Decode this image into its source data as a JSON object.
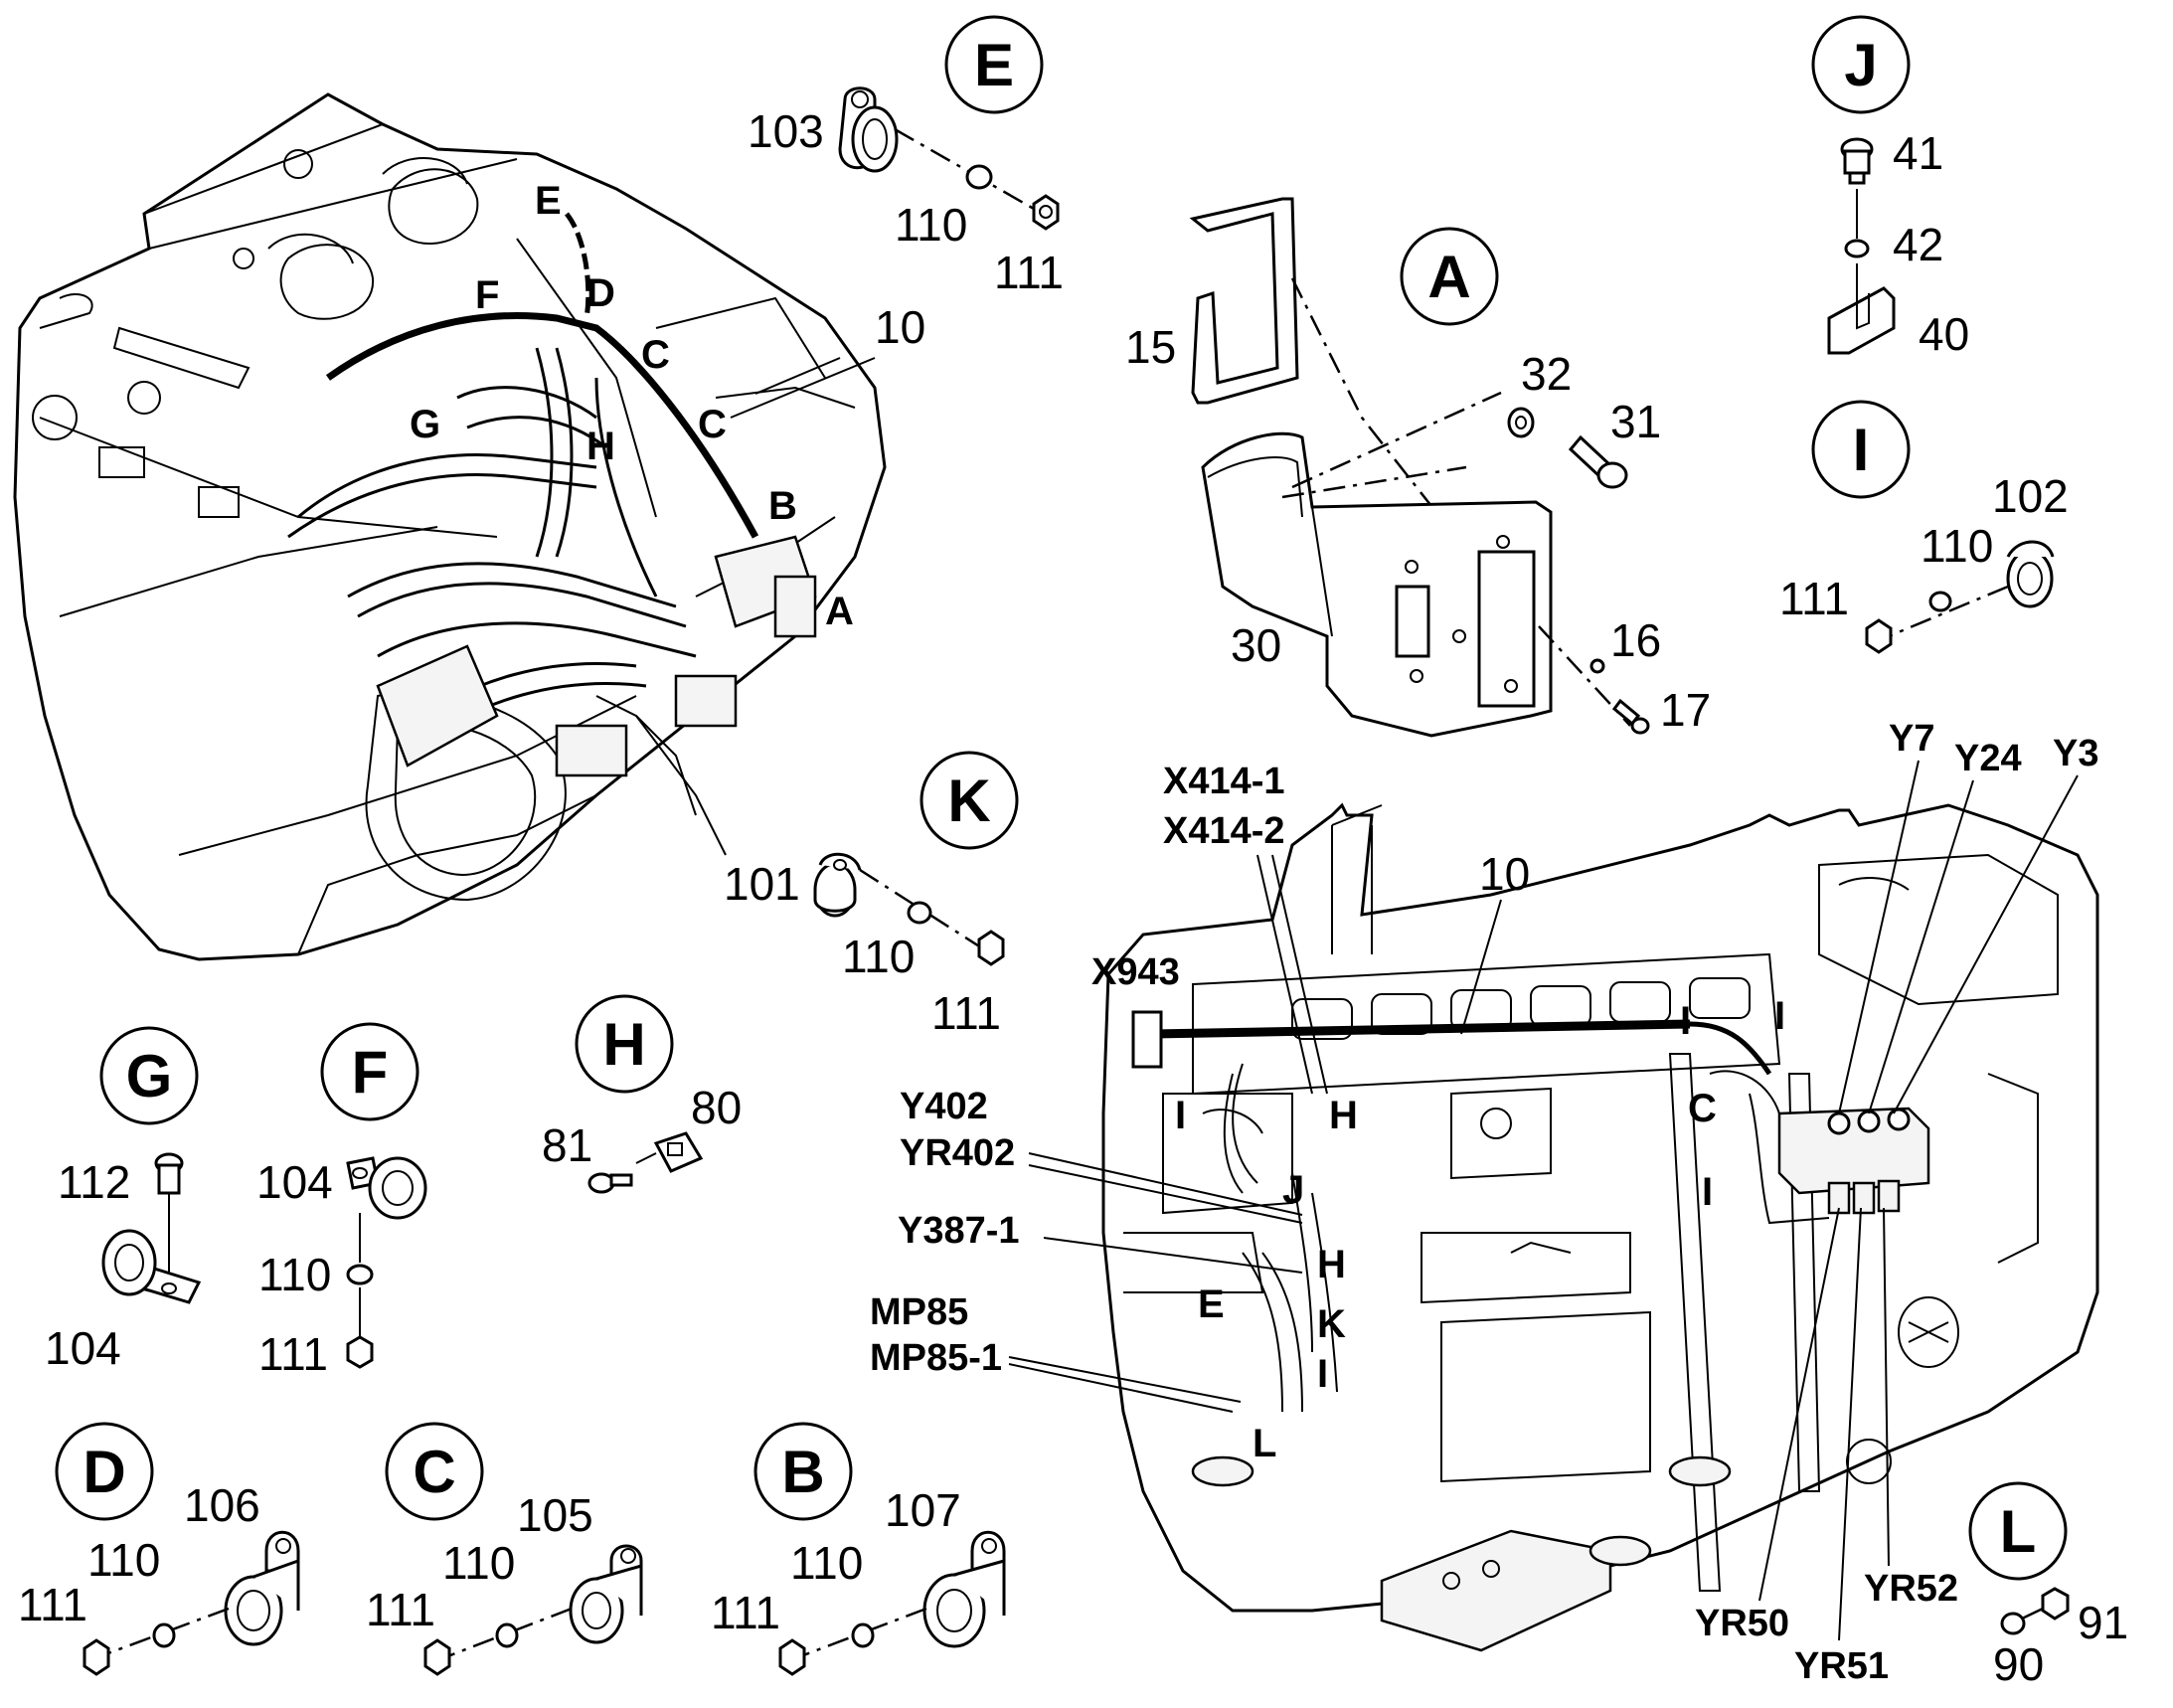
{
  "detail_views": [
    {
      "letter": "E",
      "parts": [
        "103",
        "110",
        "111"
      ]
    },
    {
      "letter": "J",
      "parts": [
        "41",
        "42",
        "40"
      ]
    },
    {
      "letter": "A",
      "parts": [
        "15",
        "32",
        "31",
        "30",
        "16",
        "17"
      ]
    },
    {
      "letter": "I",
      "parts": [
        "102",
        "110",
        "111"
      ]
    },
    {
      "letter": "K",
      "parts": [
        "101",
        "110",
        "111"
      ]
    },
    {
      "letter": "H",
      "parts": [
        "81",
        "80"
      ]
    },
    {
      "letter": "G",
      "parts": [
        "112",
        "104"
      ]
    },
    {
      "letter": "F",
      "parts": [
        "104",
        "110",
        "111"
      ]
    },
    {
      "letter": "D",
      "parts": [
        "106",
        "110",
        "111"
      ]
    },
    {
      "letter": "C",
      "parts": [
        "105",
        "110",
        "111"
      ]
    },
    {
      "letter": "B",
      "parts": [
        "107",
        "110",
        "111"
      ]
    },
    {
      "letter": "L",
      "parts": [
        "91",
        "90"
      ]
    }
  ],
  "harness_part": "10",
  "upper_view_labels": [
    "E",
    "F",
    "D",
    "C",
    "G",
    "H",
    "C",
    "B",
    "A"
  ],
  "lower_view_labels": [
    "I",
    "I",
    "I",
    "H",
    "J",
    "C",
    "I",
    "H",
    "E",
    "K",
    "I",
    "L"
  ],
  "connectors": {
    "x414_1": "X414-1",
    "x414_2": "X414-2",
    "x943": "X943",
    "y402": "Y402",
    "yr402": "YR402",
    "y387_1": "Y387-1",
    "mp85": "MP85",
    "mp85_1": "MP85-1",
    "y7": "Y7",
    "y24": "Y24",
    "y3": "Y3",
    "yr50": "YR50",
    "yr51": "YR51",
    "yr52": "YR52"
  }
}
